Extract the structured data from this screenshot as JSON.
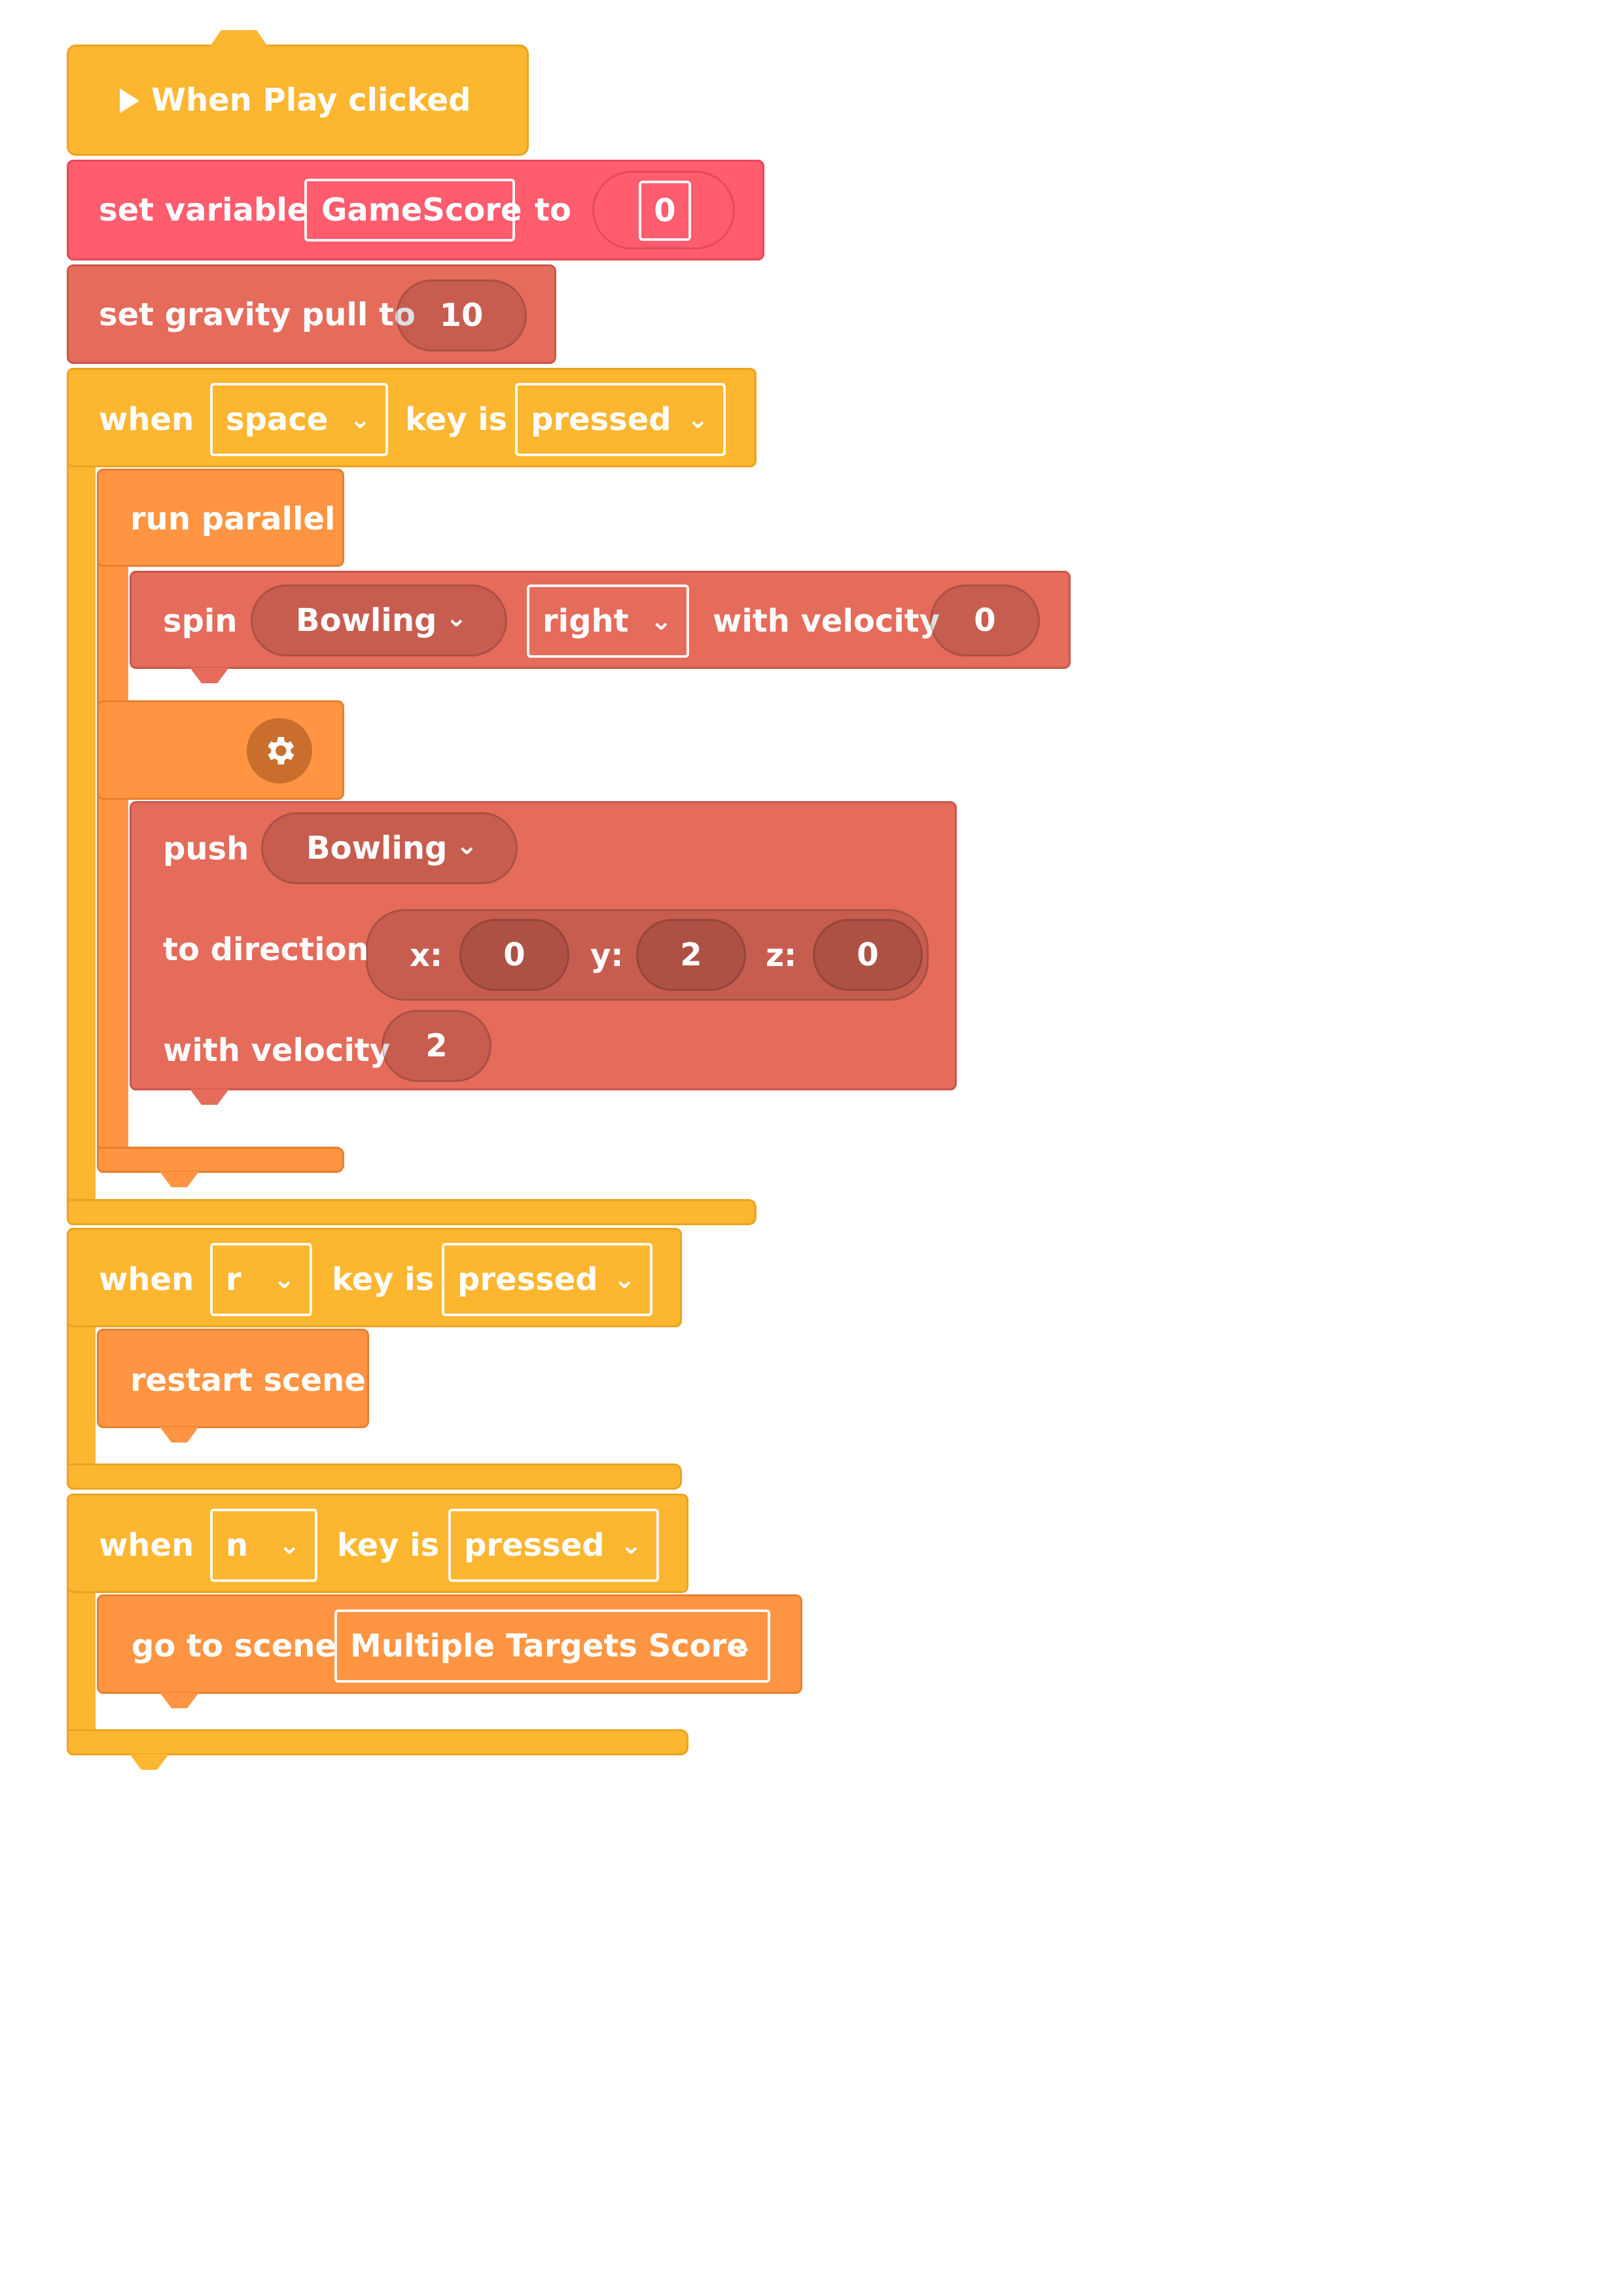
{
  "colors": {
    "event": "#FDB62F",
    "variable": "#FF5C6E",
    "physics": "#E56B5B",
    "control": "#FF9542"
  },
  "script": {
    "hat": {
      "label": "When Play clicked",
      "icon": "play-icon"
    },
    "set_variable": {
      "prefix": "set variable",
      "variable": "GameScore",
      "mid": "to",
      "value": "0"
    },
    "set_gravity": {
      "label": "set gravity pull to",
      "value": "10"
    },
    "when_space": {
      "when": "when",
      "key": "space",
      "key_is": "key is",
      "state": "pressed"
    },
    "run_parallel": {
      "label": "run parallel",
      "settings_icon": "gear-icon"
    },
    "spin": {
      "label": "spin",
      "object": "Bowling",
      "direction": "right",
      "velocity_label": "with velocity",
      "velocity": "0"
    },
    "push": {
      "label": "push",
      "object": "Bowling",
      "direction_label": "to direction",
      "x_label": "x:",
      "x": "0",
      "y_label": "y:",
      "y": "2",
      "z_label": "z:",
      "z": "0",
      "velocity_label": "with velocity",
      "velocity": "2"
    },
    "when_r": {
      "when": "when",
      "key": "r",
      "key_is": "key is",
      "state": "pressed"
    },
    "restart": {
      "label": "restart scene"
    },
    "when_n": {
      "when": "when",
      "key": "n",
      "key_is": "key is",
      "state": "pressed"
    },
    "goto": {
      "label": "go to scene",
      "scene": "Multiple Targets Score"
    }
  }
}
